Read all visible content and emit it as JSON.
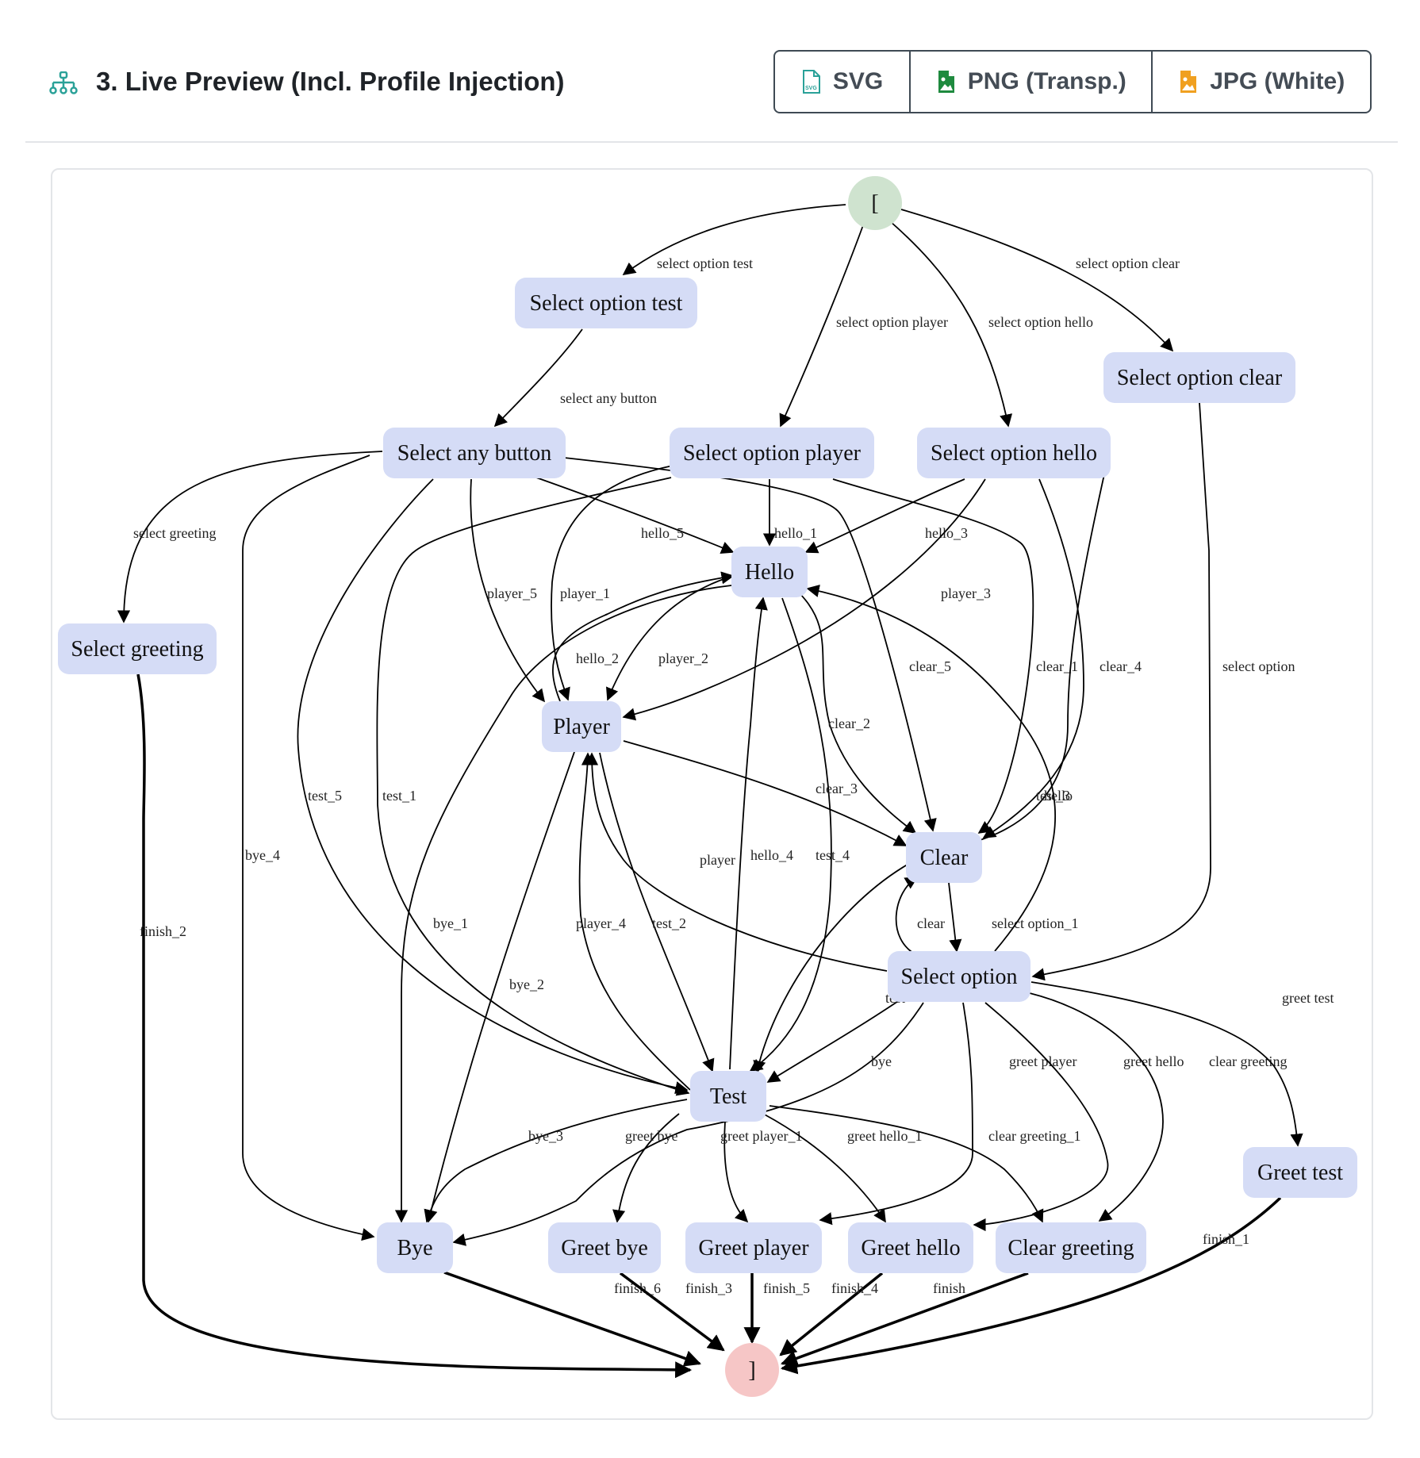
{
  "header": {
    "title": "3. Live Preview (Incl. Profile Injection)",
    "icon": "diagram-tree-icon",
    "accent": "#2aa198"
  },
  "export_buttons": [
    {
      "label": "SVG",
      "icon": "svg-file-icon",
      "color": "#2aa198"
    },
    {
      "label": "PNG (Transp.)",
      "icon": "image-file-icon",
      "color": "#1e8a3e"
    },
    {
      "label": "JPG (White)",
      "icon": "image-file-icon",
      "color": "#f0a020"
    }
  ],
  "diagram": {
    "colors": {
      "node": "#d5dcf6",
      "start": "#cfe3cf",
      "end": "#f6c6c6",
      "edge": "#000000"
    },
    "nodes": [
      {
        "id": "start",
        "label": "[",
        "kind": "start"
      },
      {
        "id": "sot",
        "label": "Select option test"
      },
      {
        "id": "sab",
        "label": "Select any button"
      },
      {
        "id": "sop",
        "label": "Select option player"
      },
      {
        "id": "soh",
        "label": "Select option hello"
      },
      {
        "id": "soc",
        "label": "Select option clear"
      },
      {
        "id": "sg",
        "label": "Select greeting"
      },
      {
        "id": "hello",
        "label": "Hello"
      },
      {
        "id": "player",
        "label": "Player"
      },
      {
        "id": "clear",
        "label": "Clear"
      },
      {
        "id": "so",
        "label": "Select option"
      },
      {
        "id": "test",
        "label": "Test"
      },
      {
        "id": "bye",
        "label": "Bye"
      },
      {
        "id": "gbye",
        "label": "Greet bye"
      },
      {
        "id": "gplayer",
        "label": "Greet player"
      },
      {
        "id": "ghello",
        "label": "Greet hello"
      },
      {
        "id": "cgreet",
        "label": "Clear greeting"
      },
      {
        "id": "gtest",
        "label": "Greet test"
      },
      {
        "id": "end",
        "label": "]",
        "kind": "end"
      }
    ],
    "edges": [
      {
        "from": "start",
        "to": "sot",
        "label": "select option test"
      },
      {
        "from": "start",
        "to": "sop",
        "label": "select option player"
      },
      {
        "from": "start",
        "to": "soh",
        "label": "select option hello"
      },
      {
        "from": "start",
        "to": "soc",
        "label": "select option clear"
      },
      {
        "from": "sot",
        "to": "sab",
        "label": "select any button"
      },
      {
        "from": "sab",
        "to": "sg",
        "label": "select greeting"
      },
      {
        "from": "sab",
        "to": "hello",
        "label": "hello_5"
      },
      {
        "from": "sab",
        "to": "player",
        "label": "player_5"
      },
      {
        "from": "sab",
        "to": "clear",
        "label": "clear_5"
      },
      {
        "from": "sab",
        "to": "test",
        "label": "test_5"
      },
      {
        "from": "sab",
        "to": "bye",
        "label": "bye_4"
      },
      {
        "from": "sop",
        "to": "hello",
        "label": "hello_1"
      },
      {
        "from": "sop",
        "to": "player",
        "label": "player_1"
      },
      {
        "from": "sop",
        "to": "clear",
        "label": "clear_1"
      },
      {
        "from": "sop",
        "to": "test",
        "label": "test_1"
      },
      {
        "from": "soh",
        "to": "hello",
        "label": "hello_3"
      },
      {
        "from": "soh",
        "to": "player",
        "label": "player_3"
      },
      {
        "from": "soh",
        "to": "clear",
        "label": "clear_4"
      },
      {
        "from": "soh",
        "to": "test",
        "label": "test_3"
      },
      {
        "from": "soc",
        "to": "so",
        "label": "select option"
      },
      {
        "from": "sg",
        "to": "end",
        "label": "finish_2"
      },
      {
        "from": "hello",
        "to": "player",
        "label": "player_2"
      },
      {
        "from": "hello",
        "to": "clear",
        "label": "clear_2"
      },
      {
        "from": "hello",
        "to": "test",
        "label": "test_4"
      },
      {
        "from": "hello",
        "to": "bye",
        "label": "bye_1"
      },
      {
        "from": "player",
        "to": "hello",
        "label": "hello_2"
      },
      {
        "from": "player",
        "to": "clear",
        "label": "clear_3"
      },
      {
        "from": "player",
        "to": "test",
        "label": "test_2"
      },
      {
        "from": "player",
        "to": "bye",
        "label": "bye_2"
      },
      {
        "from": "clear",
        "to": "so",
        "label": "select option_1"
      },
      {
        "from": "so",
        "to": "clear",
        "label": "clear"
      },
      {
        "from": "so",
        "to": "player",
        "label": "player"
      },
      {
        "from": "so",
        "to": "hello",
        "label": "hello"
      },
      {
        "from": "so",
        "to": "test",
        "label": "test"
      },
      {
        "from": "so",
        "to": "bye",
        "label": "bye"
      },
      {
        "from": "so",
        "to": "gplayer",
        "label": "greet player"
      },
      {
        "from": "so",
        "to": "ghello",
        "label": "greet hello"
      },
      {
        "from": "so",
        "to": "cgreet",
        "label": "clear greeting"
      },
      {
        "from": "so",
        "to": "gtest",
        "label": "greet test"
      },
      {
        "from": "test",
        "to": "hello",
        "label": "hello_4"
      },
      {
        "from": "test",
        "to": "player",
        "label": "player_4"
      },
      {
        "from": "test",
        "to": "bye",
        "label": "bye_3"
      },
      {
        "from": "test",
        "to": "gbye",
        "label": "greet bye"
      },
      {
        "from": "test",
        "to": "gplayer",
        "label": "greet player_1"
      },
      {
        "from": "test",
        "to": "ghello",
        "label": "greet hello_1"
      },
      {
        "from": "test",
        "to": "cgreet",
        "label": "clear greeting_1"
      },
      {
        "from": "bye",
        "to": "end",
        "label": "finish_6"
      },
      {
        "from": "gbye",
        "to": "end",
        "label": "finish_3"
      },
      {
        "from": "gplayer",
        "to": "end",
        "label": "finish_5"
      },
      {
        "from": "ghello",
        "to": "end",
        "label": "finish_4"
      },
      {
        "from": "cgreet",
        "to": "end",
        "label": "finish"
      },
      {
        "from": "gtest",
        "to": "end",
        "label": "finish_1"
      }
    ]
  }
}
